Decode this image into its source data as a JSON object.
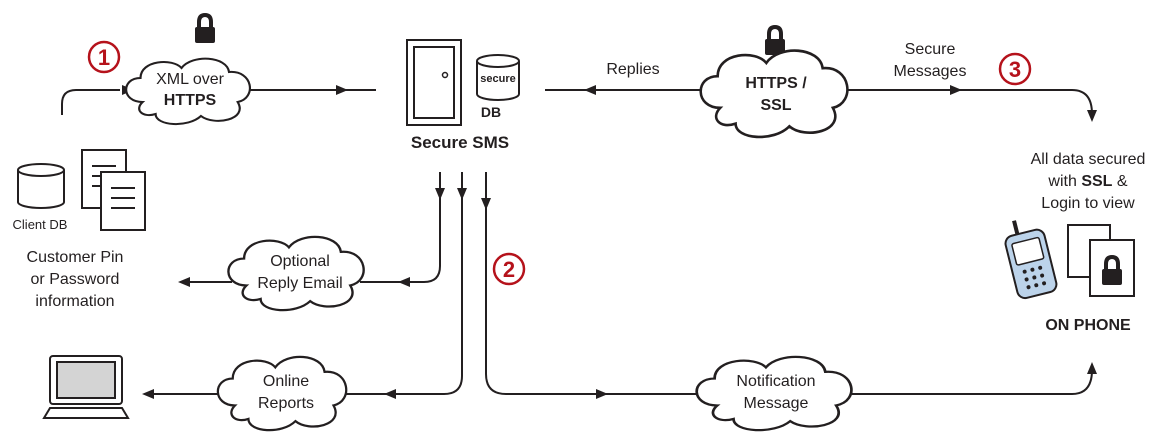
{
  "steps": [
    "1",
    "2",
    "3"
  ],
  "clouds": {
    "xml_https": {
      "line1": "XML over",
      "line2": "HTTPS"
    },
    "https_ssl": {
      "line1": "HTTPS /",
      "line2": "SSL"
    },
    "reply_email": {
      "line1": "Optional",
      "line2": "Reply Email"
    },
    "online_reports": {
      "line1": "Online",
      "line2": "Reports"
    },
    "notification": {
      "line1": "Notification",
      "line2": "Message"
    }
  },
  "server": {
    "db_label": "secure",
    "db_caption": "DB",
    "title": "Secure SMS"
  },
  "labels": {
    "replies": "Replies",
    "secure_messages_1": "Secure",
    "secure_messages_2": "Messages"
  },
  "client": {
    "db_label": "Client DB",
    "info_line1": "Customer Pin",
    "info_line2": "or Password",
    "info_line3": "information"
  },
  "phone": {
    "note_line1": "All data secured",
    "note_line2_pre": "with ",
    "note_line2_bold": "SSL",
    "note_line2_post": " &",
    "note_line3": "Login to view",
    "title": "ON PHONE"
  },
  "colors": {
    "accent": "#b5121b",
    "ink": "#231f20",
    "phone_screen": "#cfe0f2"
  },
  "icons": [
    "lock-icon",
    "server-icon",
    "database-icon",
    "document-icon",
    "computer-icon",
    "mobile-phone-icon"
  ]
}
